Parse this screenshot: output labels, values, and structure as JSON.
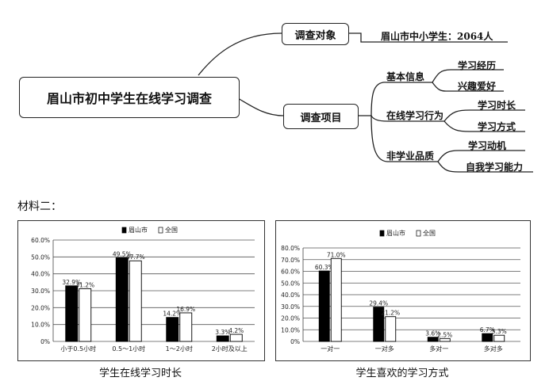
{
  "mindmap": {
    "root": "眉山市初中学生在线学习调查",
    "survey_object_label": "调查对象",
    "survey_object_value": "眉山市中小学生：2064人",
    "survey_items_label": "调查项目",
    "branches": [
      {
        "name": "基本信息",
        "children": [
          "学习经历",
          "兴趣爱好"
        ]
      },
      {
        "name": "在线学习行为",
        "children": [
          "学习时长",
          "学习方式"
        ]
      },
      {
        "name": "非学业品质",
        "children": [
          "学习动机",
          "自我学习能力"
        ]
      }
    ]
  },
  "section_heading": "材料二：",
  "chart_data": [
    {
      "type": "bar",
      "title": "",
      "caption": "学生在线学习时长",
      "categories": [
        "小于0.5小时",
        "0.5～1小时",
        "1～2小时",
        "2小时及以上"
      ],
      "series": [
        {
          "name": "眉山市",
          "values": [
            32.9,
            49.5,
            14.2,
            3.3
          ],
          "labels": [
            "32.9%",
            "49.5%",
            "14.2%",
            "3.3%"
          ],
          "color": "#000000"
        },
        {
          "name": "全国",
          "values": [
            31.2,
            47.7,
            16.9,
            4.2
          ],
          "labels": [
            "31.2%",
            "47.7%",
            "16.9%",
            "4.2%"
          ],
          "color": "#ffffff"
        }
      ],
      "ylim": [
        0,
        60
      ],
      "yticks": [
        "0%",
        "10.0%",
        "20.0%",
        "30.0%",
        "40.0%",
        "50.0%",
        "60.0%"
      ],
      "ytick_values": [
        0,
        10,
        20,
        30,
        40,
        50,
        60
      ],
      "grid": true,
      "legend": "top-center"
    },
    {
      "type": "bar",
      "title": "",
      "caption": "学生喜欢的学习方式",
      "categories": [
        "一对一",
        "一对多",
        "多对一",
        "多对多"
      ],
      "series": [
        {
          "name": "眉山市",
          "values": [
            60.3,
            29.4,
            3.6,
            6.7
          ],
          "labels": [
            "60.3%",
            "29.4%",
            "3.6%",
            "6.7%"
          ],
          "color": "#000000"
        },
        {
          "name": "全国",
          "values": [
            71.0,
            21.2,
            2.5,
            5.3
          ],
          "labels": [
            "71.0%",
            "21.2%",
            "2.5%",
            "5.3%"
          ],
          "color": "#ffffff"
        }
      ],
      "ylim": [
        0,
        80
      ],
      "yticks": [
        "0%",
        "10.0%",
        "20.0%",
        "30.0%",
        "40.0%",
        "50.0%",
        "60.0%",
        "70.0%",
        "80.0%"
      ],
      "ytick_values": [
        0,
        10,
        20,
        30,
        40,
        50,
        60,
        70,
        80
      ],
      "grid": true,
      "legend": "top-center"
    }
  ]
}
